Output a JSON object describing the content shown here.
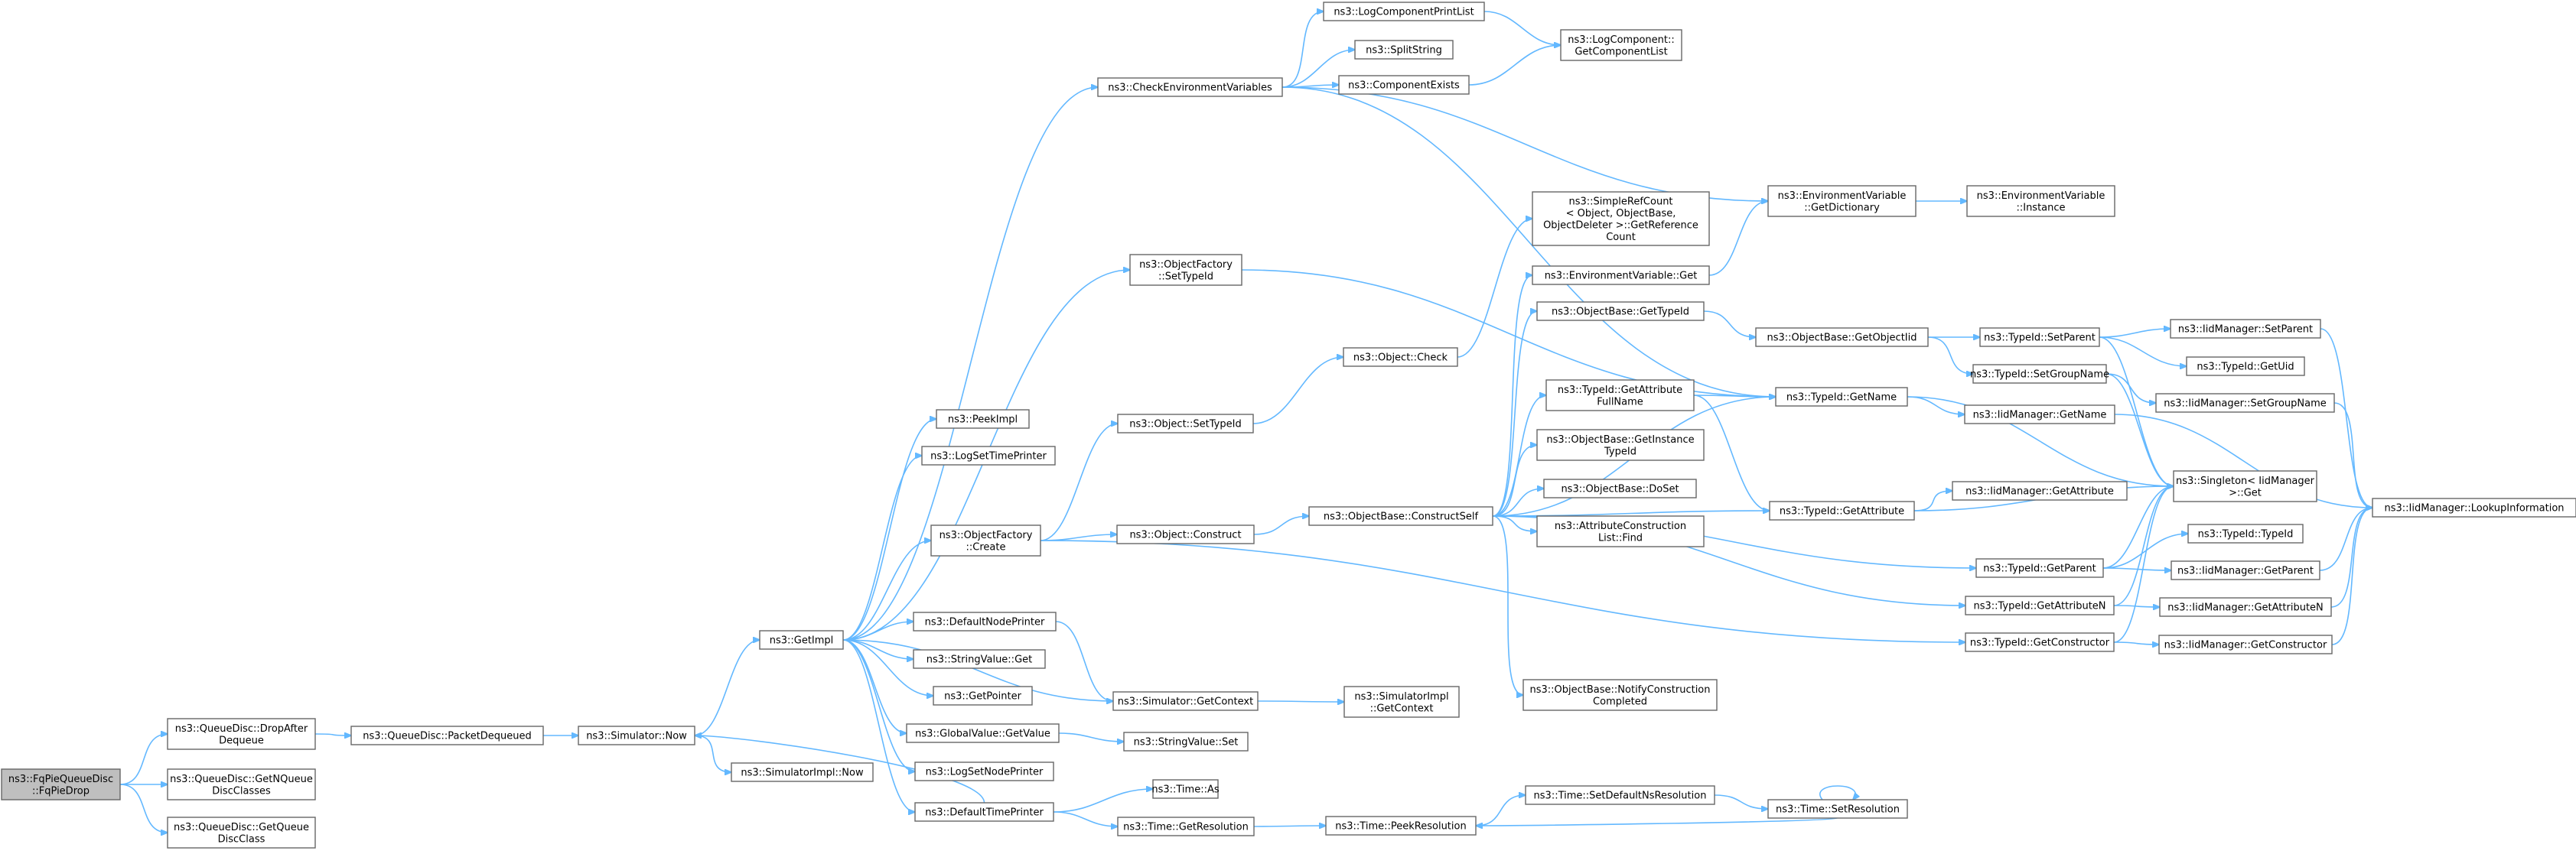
{
  "nodes": {
    "fqpie_drop": [
      "ns3::FqPieQueueDisc",
      "::FqPieDrop"
    ],
    "drop_after_dequeue": [
      "ns3::QueueDisc::DropAfter",
      "Dequeue"
    ],
    "get_nqueue_disc_classes": [
      "ns3::QueueDisc::GetNQueue",
      "DiscClasses"
    ],
    "get_queue_disc_class": [
      "ns3::QueueDisc::GetQueue",
      "DiscClass"
    ],
    "packet_dequeued": [
      "ns3::QueueDisc::PacketDequeued"
    ],
    "simulator_now": [
      "ns3::Simulator::Now"
    ],
    "simulatorimpl_now": [
      "ns3::SimulatorImpl::Now"
    ],
    "get_impl": [
      "ns3::GetImpl"
    ],
    "check_env_vars": [
      "ns3::CheckEnvironmentVariables"
    ],
    "peek_impl": [
      "ns3::PeekImpl"
    ],
    "log_set_time_printer": [
      "ns3::LogSetTimePrinter"
    ],
    "object_factory_create": [
      "ns3::ObjectFactory",
      "::Create"
    ],
    "default_node_printer": [
      "ns3::DefaultNodePrinter"
    ],
    "string_value_get": [
      "ns3::StringValue::Get"
    ],
    "get_pointer": [
      "ns3::GetPointer"
    ],
    "global_value_get_value": [
      "ns3::GlobalValue::GetValue"
    ],
    "log_set_node_printer": [
      "ns3::LogSetNodePrinter"
    ],
    "default_time_printer": [
      "ns3::DefaultTimePrinter"
    ],
    "log_component_print_list": [
      "ns3::LogComponentPrintList"
    ],
    "split_string": [
      "ns3::SplitString"
    ],
    "component_exists": [
      "ns3::ComponentExists"
    ],
    "log_component_get_list": [
      "ns3::LogComponent::",
      "GetComponentList"
    ],
    "object_factory_set_type_id": [
      "ns3::ObjectFactory",
      "::SetTypeId"
    ],
    "object_set_type_id": [
      "ns3::Object::SetTypeId"
    ],
    "object_construct": [
      "ns3::Object::Construct"
    ],
    "simulator_get_context": [
      "ns3::Simulator::GetContext"
    ],
    "string_value_set": [
      "ns3::StringValue::Set"
    ],
    "time_as": [
      "ns3::Time::As"
    ],
    "time_get_resolution": [
      "ns3::Time::GetResolution"
    ],
    "object_check": [
      "ns3::Object::Check"
    ],
    "object_base_construct_self": [
      "ns3::ObjectBase::ConstructSelf"
    ],
    "simulatorimpl_get_context": [
      "ns3::SimulatorImpl",
      "::GetContext"
    ],
    "time_peek_resolution": [
      "ns3::Time::PeekResolution"
    ],
    "simple_ref_count_get_ref": [
      "ns3::SimpleRefCount",
      "< Object, ObjectBase,",
      "ObjectDeleter >::GetReference",
      "Count"
    ],
    "env_var_get": [
      "ns3::EnvironmentVariable::Get"
    ],
    "object_base_get_type_id": [
      "ns3::ObjectBase::GetTypeId"
    ],
    "type_id_get_attribute_full_name": [
      "ns3::TypeId::GetAttribute",
      "FullName"
    ],
    "object_base_get_instance_type_id": [
      "ns3::ObjectBase::GetInstance",
      "TypeId"
    ],
    "object_base_do_set": [
      "ns3::ObjectBase::DoSet"
    ],
    "attribute_construction_list_find": [
      "ns3::AttributeConstruction",
      "List::Find"
    ],
    "object_base_notify_construction_completed": [
      "ns3::ObjectBase::NotifyConstruction",
      "Completed"
    ],
    "time_set_default_ns_resolution": [
      "ns3::Time::SetDefaultNsResolution"
    ],
    "env_var_get_dictionary": [
      "ns3::EnvironmentVariable",
      "::GetDictionary"
    ],
    "object_base_get_object_iid": [
      "ns3::ObjectBase::GetObjectIid"
    ],
    "type_id_get_name": [
      "ns3::TypeId::GetName"
    ],
    "type_id_get_attribute": [
      "ns3::TypeId::GetAttribute"
    ],
    "time_set_resolution": [
      "ns3::Time::SetResolution"
    ],
    "env_var_instance": [
      "ns3::EnvironmentVariable",
      "::Instance"
    ],
    "type_id_set_parent": [
      "ns3::TypeId::SetParent"
    ],
    "type_id_set_group_name": [
      "ns3::TypeId::SetGroupName"
    ],
    "iid_manager_get_name": [
      "ns3::IidManager::GetName"
    ],
    "iid_manager_get_attribute": [
      "ns3::IidManager::GetAttribute"
    ],
    "type_id_get_parent": [
      "ns3::TypeId::GetParent"
    ],
    "type_id_get_attribute_n": [
      "ns3::TypeId::GetAttributeN"
    ],
    "type_id_get_constructor": [
      "ns3::TypeId::GetConstructor"
    ],
    "iid_manager_set_parent": [
      "ns3::IidManager::SetParent"
    ],
    "type_id_get_uid": [
      "ns3::TypeId::GetUid"
    ],
    "iid_manager_set_group_name": [
      "ns3::IidManager::SetGroupName"
    ],
    "singleton_iid_manager_get": [
      "ns3::Singleton< IidManager",
      ">::Get"
    ],
    "type_id_type_id": [
      "ns3::TypeId::TypeId"
    ],
    "iid_manager_get_parent": [
      "ns3::IidManager::GetParent"
    ],
    "iid_manager_get_attribute_n": [
      "ns3::IidManager::GetAttributeN"
    ],
    "iid_manager_get_constructor": [
      "ns3::IidManager::GetConstructor"
    ],
    "iid_manager_lookup_information": [
      "ns3::IidManager::LookupInformation"
    ]
  }
}
